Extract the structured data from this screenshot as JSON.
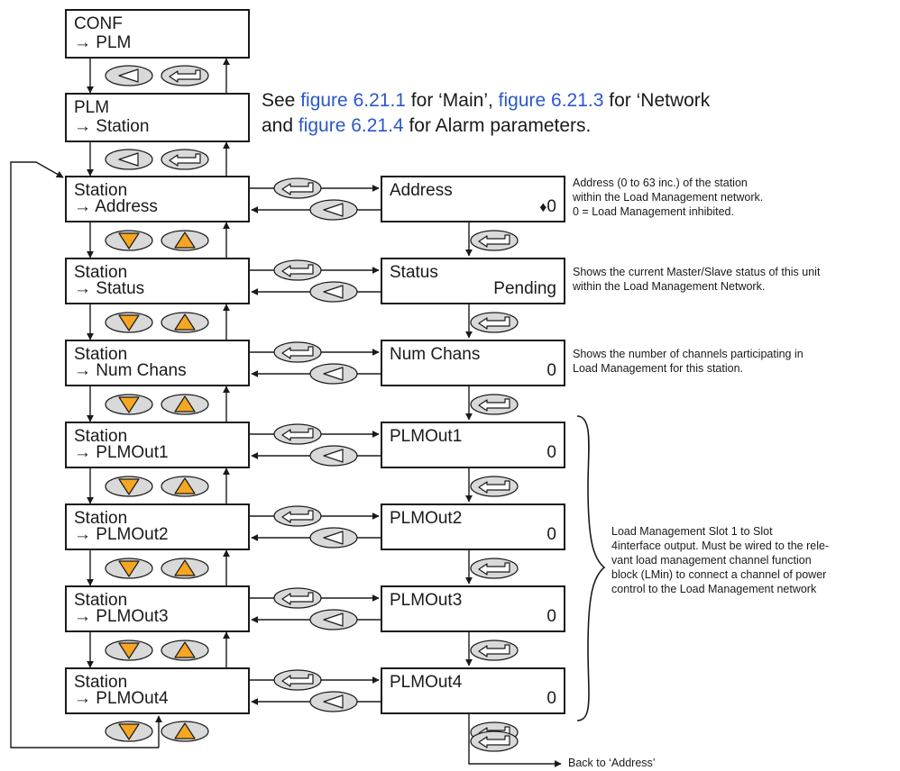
{
  "conf_box": {
    "title": "CONF",
    "sub": "PLM"
  },
  "plm_box": {
    "title": "PLM",
    "sub": "Station"
  },
  "see_text": {
    "part1": "See ",
    "link1": "figure 6.21.1",
    "part2": " for ‘Main’, ",
    "link2": "figure 6.21.3",
    "part3": " for ‘Network",
    "part4": "and ",
    "link3": "figure 6.21.4",
    "part5": " for Alarm parameters."
  },
  "station_items": [
    {
      "title": "Station",
      "sub": "Address"
    },
    {
      "title": "Station",
      "sub": "Status"
    },
    {
      "title": "Station",
      "sub": "Num Chans"
    },
    {
      "title": "Station",
      "sub": "PLMOut1"
    },
    {
      "title": "Station",
      "sub": "PLMOut2"
    },
    {
      "title": "Station",
      "sub": "PLMOut3"
    },
    {
      "title": "Station",
      "sub": "PLMOut4"
    }
  ],
  "value_items": [
    {
      "title": "Address",
      "value": "0",
      "adjust_symbol": "♦"
    },
    {
      "title": "Status",
      "value": "Pending"
    },
    {
      "title": "Num Chans",
      "value": "0"
    },
    {
      "title": "PLMOut1",
      "value": "0"
    },
    {
      "title": "PLMOut2",
      "value": "0"
    },
    {
      "title": "PLMOut3",
      "value": "0"
    },
    {
      "title": "PLMOut4",
      "value": "0"
    }
  ],
  "notes": {
    "address": [
      "Address (0 to 63 inc.) of the station",
      "within the Load Management network.",
      "0 = Load Management inhibited."
    ],
    "status": [
      "Shows the current Master/Slave status of this unit",
      "within the Load Management Network."
    ],
    "num_chans": [
      "Shows the number of channels participating in",
      "Load Management for this station."
    ],
    "plmout": [
      "Load Management Slot 1 to Slot",
      "4interface output. Must be wired to the rele-",
      "vant load management channel function",
      "block (LMin) to connect a channel of power",
      "control to the Load Management network"
    ]
  },
  "back_label": "Back to ‘Address’",
  "colors": {
    "line": "#1a1a1a",
    "button_fill": "#d9d9d9",
    "arrow_button_fill": "#f5a623",
    "link": "#2b57c9"
  },
  "icons": {
    "back": "back-button-icon",
    "enter": "enter-button-icon",
    "down": "down-button-icon",
    "up": "up-button-icon"
  }
}
